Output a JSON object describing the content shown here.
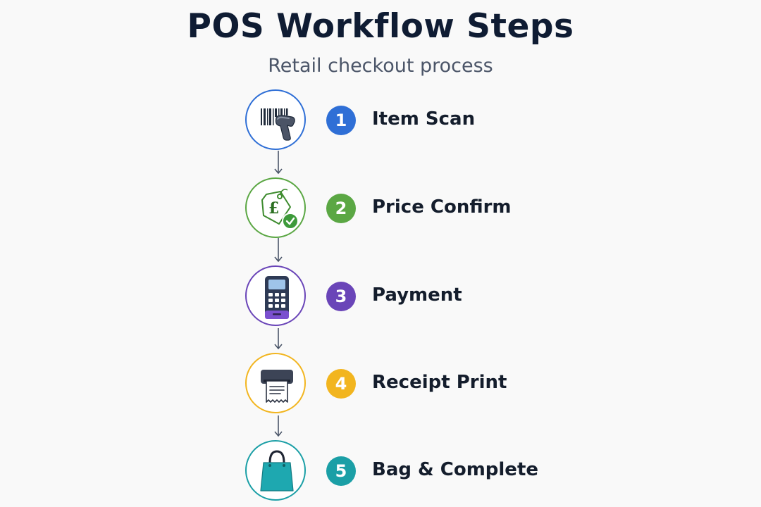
{
  "title": "POS Workflow Steps",
  "subtitle": "Retail checkout process",
  "steps": [
    {
      "number": "1",
      "label": "Item Scan",
      "icon": "barcode-scanner-icon",
      "color": "#2f6fd6"
    },
    {
      "number": "2",
      "label": "Price Confirm",
      "icon": "price-tag-check-icon",
      "color": "#5ba744"
    },
    {
      "number": "3",
      "label": "Payment",
      "icon": "card-terminal-icon",
      "color": "#6a45b8"
    },
    {
      "number": "4",
      "label": "Receipt Print",
      "icon": "receipt-printer-icon",
      "color": "#f2b51f"
    },
    {
      "number": "5",
      "label": "Bag & Complete",
      "icon": "shopping-bag-icon",
      "color": "#1b9fa6"
    }
  ],
  "connector_color": "#4a5568"
}
